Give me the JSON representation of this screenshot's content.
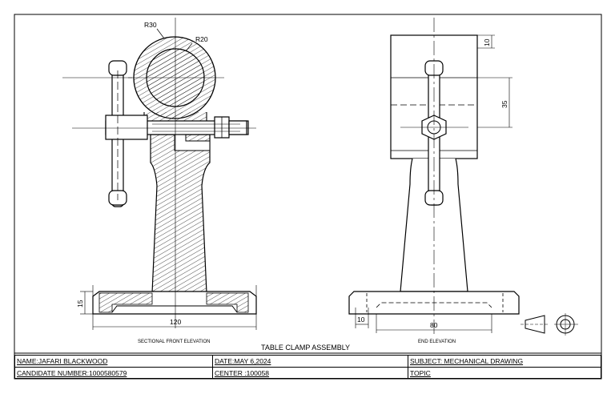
{
  "drawing": {
    "title": "TABLE CLAMP ASSEMBLY",
    "front_view_label": "SECTIONAL FRONT ELEVATION",
    "end_view_label": "END  ELEVATION"
  },
  "dimensions": {
    "r_outer": "R30",
    "r_inner": "R20",
    "base_height": "15",
    "base_length": "120",
    "top_height": "10",
    "block_height": "35",
    "end_small": "10",
    "end_base": "80"
  },
  "title_block": {
    "name": "NAME:JAFARI BLACKWOOD",
    "date": "DATE:MAY 6,2024",
    "subject": "SUBJECT: MECHANICAL DRAWING",
    "candidate": "CANDIDATE NUMBER:1000580579",
    "center": "CENTER :100058",
    "topic": "TOPIC"
  }
}
